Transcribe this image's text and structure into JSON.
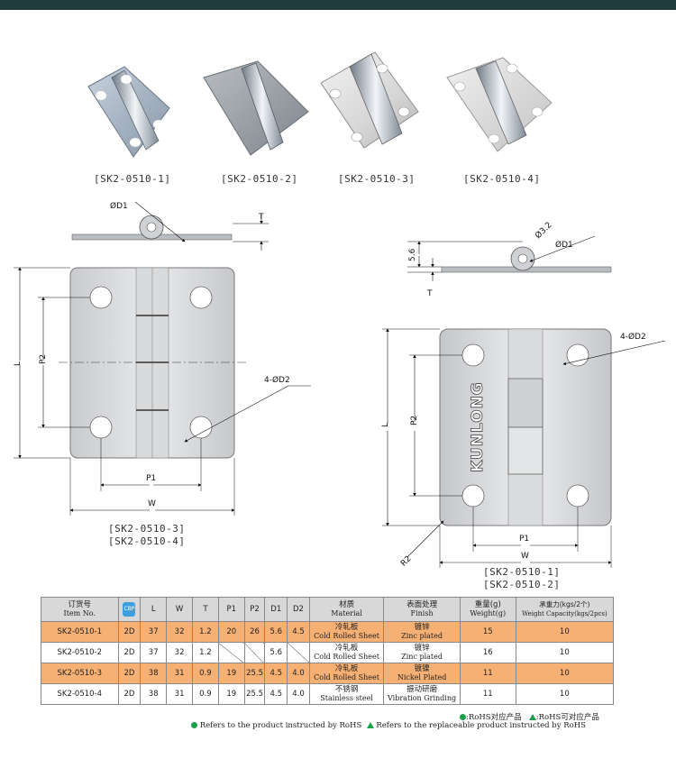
{
  "colors": {
    "topbar": "#1f3b3d",
    "highlight_row": "#f6b074",
    "header_bg": "#d8d8d8",
    "rohs_green": "#1e9f4e"
  },
  "products": [
    {
      "code": "[SK2-0510-1]"
    },
    {
      "code": "[SK2-0510-2]"
    },
    {
      "code": "[SK2-0510-3]"
    },
    {
      "code": "[SK2-0510-4]"
    }
  ],
  "drawing_left": {
    "labels": {
      "d1": "ØD1",
      "t": "T",
      "l": "L",
      "p2": "P2",
      "d2": "4-ØD2",
      "p1": "P1",
      "w": "W"
    },
    "models": [
      "[SK2-0510-3]",
      "[SK2-0510-4]"
    ]
  },
  "drawing_right": {
    "labels": {
      "r32": "Ø3.2",
      "d1": "ØD1",
      "h56": "5.6",
      "t": "T",
      "d2": "4-ØD2",
      "l": "L",
      "p2": "P2",
      "r2": "R2",
      "p1": "P1",
      "w": "W"
    },
    "brand": "KUNLONG",
    "models": [
      "[SK2-0510-1]",
      "[SK2-0510-2]"
    ]
  },
  "table": {
    "headers": {
      "item_cn": "订货号",
      "item_en": "Item No.",
      "cbp": "CBP",
      "L": "L",
      "W": "W",
      "T": "T",
      "P1": "P1",
      "P2": "P2",
      "D1": "D1",
      "D2": "D2",
      "material_cn": "材质",
      "material_en": "Material",
      "finish_cn": "表面处理",
      "finish_en": "Finish",
      "weight_cn": "重量(g)",
      "weight_en": "Weight(g)",
      "capacity_cn": "承重力(kgs/2个)",
      "capacity_en": "Weight Capacity(kgs/2pcs)"
    },
    "rows": [
      {
        "item": "SK2-0510-1",
        "cbp": "2D",
        "L": "37",
        "W": "32",
        "T": "1.2",
        "P1": "20",
        "P2": "26",
        "D1": "5.6",
        "D2": "4.5",
        "material_cn": "冷轧板",
        "material_en": "Cold Rolled Sheet",
        "finish_cn": "镀锌",
        "finish_en": "Zinc plated",
        "weight": "15",
        "capacity": "10"
      },
      {
        "item": "SK2-0510-2",
        "cbp": "2D",
        "L": "37",
        "W": "32",
        "T": "1.2",
        "P1": "",
        "P2": "",
        "D1": "5.6",
        "D2": "",
        "material_cn": "冷轧板",
        "material_en": "Cold Rolled Sheet",
        "finish_cn": "镀锌",
        "finish_en": "Zinc plated",
        "weight": "16",
        "capacity": "10"
      },
      {
        "item": "SK2-0510-3",
        "cbp": "2D",
        "L": "38",
        "W": "31",
        "T": "0.9",
        "P1": "19",
        "P2": "25.5",
        "D1": "4.5",
        "D2": "4.0",
        "material_cn": "冷轧板",
        "material_en": "Cold Rolled Sheet",
        "finish_cn": "镀镍",
        "finish_en": "Nickel Plated",
        "weight": "11",
        "capacity": "10"
      },
      {
        "item": "SK2-0510-4",
        "cbp": "2D",
        "L": "38",
        "W": "31",
        "T": "0.9",
        "P1": "19",
        "P2": "25.5",
        "D1": "4.5",
        "D2": "4.0",
        "material_cn": "不锈钢",
        "material_en": "Stainless steel",
        "finish_cn": "振动研磨",
        "finish_en": "Vibration Grinding",
        "weight": "11",
        "capacity": "10"
      }
    ]
  },
  "legend": {
    "top_rohs": ":RoHS对应产品",
    "top_replaceable": ":RoHS可对应产品",
    "bottom_rohs": "Refers to the product instructed by RoHS",
    "bottom_replaceable": "Refers to the replaceable product instructed by RoHS"
  }
}
